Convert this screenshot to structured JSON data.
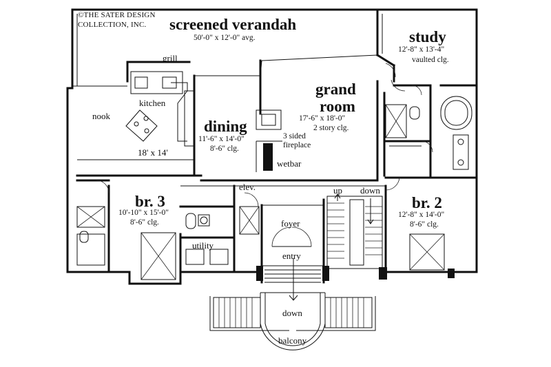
{
  "copyright": {
    "line1": "©THE SATER DESIGN",
    "line2": "COLLECTION, INC."
  },
  "rooms": {
    "verandah": {
      "name": "screened verandah",
      "dims": "50'-0\" x 12'-0\" avg."
    },
    "study": {
      "name": "study",
      "dims": "12'-8\" x 13'-4\"",
      "ceiling": "vaulted clg."
    },
    "grand_room": {
      "name_line1": "grand",
      "name_line2": "room",
      "dims": "17'-6\" x 18'-0\"",
      "ceiling": "2 story clg."
    },
    "dining": {
      "name": "dining",
      "dims": "11'-6\" x 14'-0\"",
      "ceiling": "8'-6\" clg."
    },
    "kitchen": {
      "name": "kitchen",
      "dims": "18' x 14'"
    },
    "nook": {
      "name": "nook"
    },
    "grill": {
      "name": "grill"
    },
    "fireplace": {
      "line1": "3 sided",
      "line2": "fireplace"
    },
    "wetbar": {
      "name": "wetbar"
    },
    "br3": {
      "name": "br. 3",
      "dims": "10'-10\" x 15'-0\"",
      "ceiling": "8'-6\" clg."
    },
    "br2": {
      "name": "br. 2",
      "dims": "12'-8\" x 14'-0\"",
      "ceiling": "8'-6\" clg."
    },
    "elevator": {
      "name": "elev."
    },
    "foyer": {
      "name": "foyer"
    },
    "utility": {
      "name": "utility"
    },
    "entry": {
      "name": "entry"
    },
    "balcony": {
      "name": "balcony"
    }
  },
  "stairs": {
    "up": "up",
    "down": "down",
    "balcony_down": "down"
  }
}
